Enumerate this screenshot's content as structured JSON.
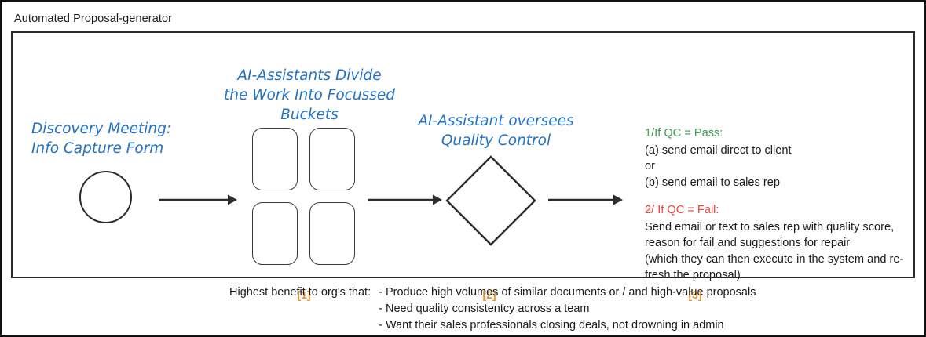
{
  "page": {
    "title": "Automated Proposal-generator",
    "border_color": "#111111",
    "inner_border_color": "#2b2b2b"
  },
  "colors": {
    "heading_blue": "#2272c8",
    "pass_green": "#3d9b4f",
    "fail_red": "#e8453c",
    "step_orange": "#f09020",
    "body_black": "#1b1b1b"
  },
  "headings": {
    "discovery": "Discovery Meeting:\nInfo Capture Form",
    "buckets": "AI-Assistants Divide\nthe Work Into Focussed\nBuckets",
    "quality_control": "AI-Assistant oversees\nQuality Control"
  },
  "shapes": {
    "circle_name": "discovery-meeting-circle",
    "diamond_name": "quality-control-diamond",
    "buckets": [
      {
        "label": ""
      },
      {
        "label": ""
      },
      {
        "label": ""
      },
      {
        "label": ""
      }
    ]
  },
  "arrows": [
    {
      "from": "discovery-circle",
      "to": "buckets"
    },
    {
      "from": "buckets",
      "to": "quality-control-diamond"
    },
    {
      "from": "quality-control-diamond",
      "to": "results"
    }
  ],
  "results": {
    "pass_heading": "1/If QC = Pass:",
    "pass_lines": [
      "(a) send email direct to client",
      "or",
      "(b) send email to sales rep"
    ],
    "fail_heading": "2/ If QC = Fail:",
    "fail_lines": [
      "Send email or text to sales rep with quality score,",
      "reason for fail and suggestions for repair",
      "(which they can then execute in the system and re-",
      "fresh the proposal)"
    ]
  },
  "step_labels": [
    "[1]",
    "[2]",
    "[3]"
  ],
  "footer": {
    "label": "Highest benefit to org's that:",
    "items": [
      "- Produce high volumes of similar documents or / and high-value proposals",
      "- Need quality consistentcy across a team",
      "- Want their sales professionals closing deals, not drowning in admin"
    ]
  }
}
